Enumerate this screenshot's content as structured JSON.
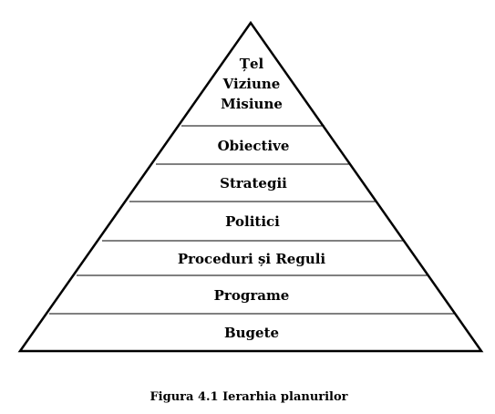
{
  "diagram": {
    "levels": [
      {
        "lines": [
          "Țel",
          "Viziune",
          "Misiune"
        ]
      },
      {
        "lines": [
          "Obiective"
        ]
      },
      {
        "lines": [
          "Strategii"
        ]
      },
      {
        "lines": [
          "Politici"
        ]
      },
      {
        "lines": [
          "Proceduri și Reguli"
        ]
      },
      {
        "lines": [
          "Programe"
        ]
      },
      {
        "lines": [
          "Bugete"
        ]
      }
    ],
    "caption": "Figura 4.1 Ierarhia planurilor"
  }
}
